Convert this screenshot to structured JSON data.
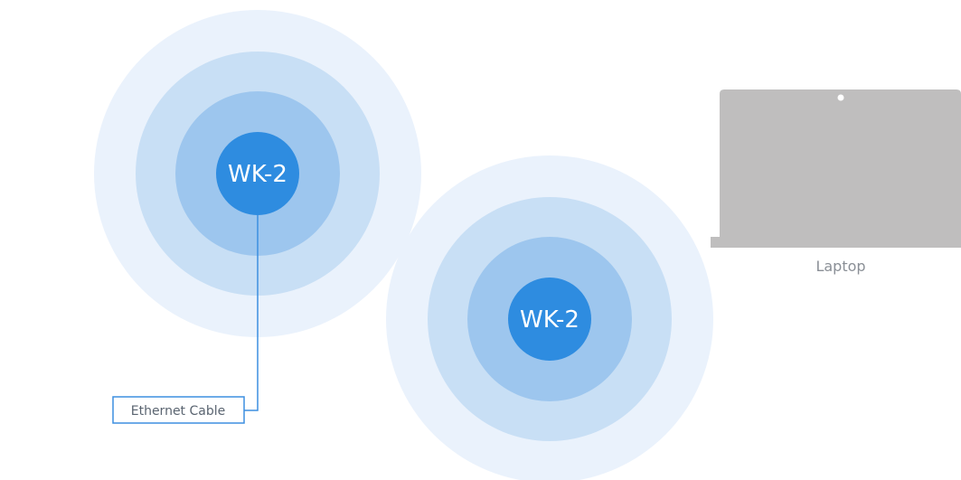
{
  "nodes": [
    {
      "label": "WK-2"
    },
    {
      "label": "WK-2"
    }
  ],
  "cable": {
    "label": "Ethernet Cable"
  },
  "laptop": {
    "label": "Laptop"
  },
  "colors": {
    "ring_outer": "#eaf2fc",
    "ring_middle": "#c8dff5",
    "ring_inner": "#9dc6ee",
    "node_core": "#2e8ce0",
    "cable_line": "#3d8fe0",
    "laptop_body": "#bfbebe",
    "laptop_camera": "#ffffff"
  }
}
